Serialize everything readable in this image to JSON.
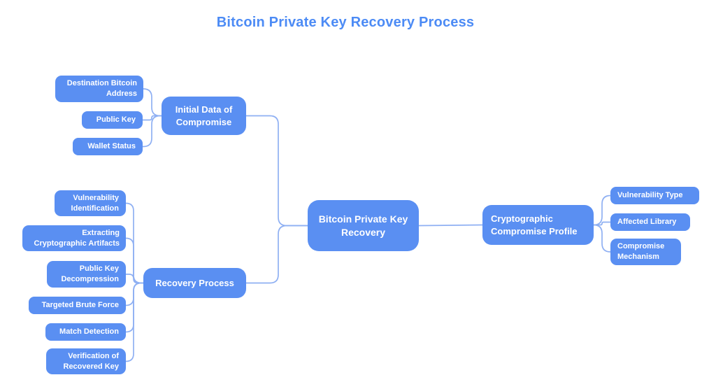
{
  "title": "Bitcoin Private Key Recovery Process",
  "colors": {
    "background": "#ffffff",
    "node_fill": "#5a8ff2",
    "node_text": "#ffffff",
    "title_text": "#4c8bf5",
    "connector": "#8fb0f3"
  },
  "mindmap": {
    "nodes": [
      {
        "id": "root",
        "label": "Bitcoin Private Key\nRecovery"
      },
      {
        "id": "initial-data-of-compromise",
        "label": "Initial Data of\nCompromise"
      },
      {
        "id": "destination-bitcoin-address",
        "label": "Destination Bitcoin\nAddress"
      },
      {
        "id": "public-key",
        "label": "Public Key"
      },
      {
        "id": "wallet-status",
        "label": "Wallet Status"
      },
      {
        "id": "recovery-process",
        "label": "Recovery Process"
      },
      {
        "id": "vulnerability-identification",
        "label": "Vulnerability\nIdentification"
      },
      {
        "id": "extracting-cryptographic-artifacts",
        "label": "Extracting\nCryptographic Artifacts"
      },
      {
        "id": "public-key-decompression",
        "label": "Public Key\nDecompression"
      },
      {
        "id": "targeted-brute-force",
        "label": "Targeted Brute Force"
      },
      {
        "id": "match-detection",
        "label": "Match Detection"
      },
      {
        "id": "verification-of-recovered-key",
        "label": "Verification of\nRecovered Key"
      },
      {
        "id": "cryptographic-compromise-profile",
        "label": "Cryptographic\nCompromise Profile"
      },
      {
        "id": "vulnerability-type",
        "label": "Vulnerability Type"
      },
      {
        "id": "affected-library",
        "label": "Affected Library"
      },
      {
        "id": "compromise-mechanism",
        "label": "Compromise\nMechanism"
      }
    ],
    "edges": [
      [
        "root",
        "initial-data-of-compromise"
      ],
      [
        "root",
        "recovery-process"
      ],
      [
        "root",
        "cryptographic-compromise-profile"
      ],
      [
        "initial-data-of-compromise",
        "destination-bitcoin-address"
      ],
      [
        "initial-data-of-compromise",
        "public-key"
      ],
      [
        "initial-data-of-compromise",
        "wallet-status"
      ],
      [
        "recovery-process",
        "vulnerability-identification"
      ],
      [
        "recovery-process",
        "extracting-cryptographic-artifacts"
      ],
      [
        "recovery-process",
        "public-key-decompression"
      ],
      [
        "recovery-process",
        "targeted-brute-force"
      ],
      [
        "recovery-process",
        "match-detection"
      ],
      [
        "recovery-process",
        "verification-of-recovered-key"
      ],
      [
        "cryptographic-compromise-profile",
        "vulnerability-type"
      ],
      [
        "cryptographic-compromise-profile",
        "affected-library"
      ],
      [
        "cryptographic-compromise-profile",
        "compromise-mechanism"
      ]
    ]
  }
}
